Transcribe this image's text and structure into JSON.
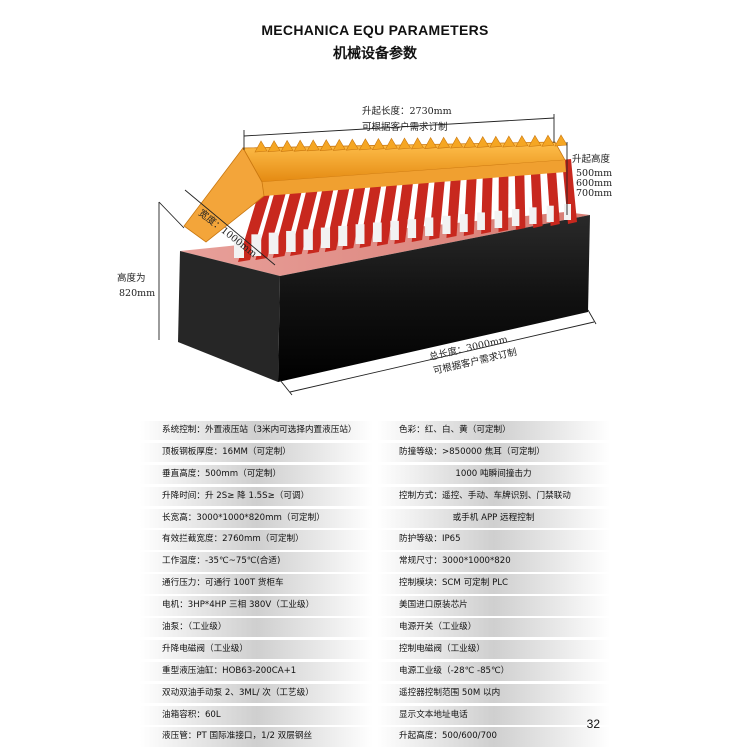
{
  "title_en": "MECHANICA EQU PARAMETERS",
  "title_cn": "机械设备参数",
  "dimensions": {
    "lift_length": "升起长度：2730mm",
    "lift_custom": "可根据客户需求订制",
    "lift_height_label": "升起高度",
    "lift_heights": [
      "500mm",
      "600mm",
      "700mm"
    ],
    "width": "宽度：1000mm",
    "height_label": "高度为",
    "height_value": "820mm",
    "total_length": "总长度：3000mm",
    "total_custom": "可根据客户需求订制"
  },
  "params": [
    {
      "left": "系统控制：外置液压站（3米内可选择内置液压站）",
      "right": "色彩：红、白、黄（可定制）",
      "right_center": false
    },
    {
      "left": "顶板钢板厚度：16MM（可定制）",
      "right": "防撞等级：>850000 焦耳（可定制）",
      "right_center": false
    },
    {
      "left": "垂直高度：500mm（可定制）",
      "right": "1000 吨瞬间撞击力",
      "right_center": true
    },
    {
      "left": "升降时间：升 2S≥ 降 1.5S≥（可调）",
      "right": "控制方式：遥控、手动、车牌识别、门禁联动",
      "right_center": false
    },
    {
      "left": "长宽高：3000*1000*820mm（可定制）",
      "right": "或手机 APP 远程控制",
      "right_center": true
    },
    {
      "left": "有效拦截宽度：2760mm（可定制）",
      "right": "防护等级：IP65",
      "right_center": false
    },
    {
      "left": "工作温度：-35℃~75℃(合适)",
      "right": "常规尺寸：3000*1000*820",
      "right_center": false
    },
    {
      "left": "通行压力：可通行 100T 货柜车",
      "right": "控制模块：SCM 可定制 PLC",
      "right_center": false
    },
    {
      "left": "电机：3HP*4HP 三相 380V（工业级）",
      "right": "美国进口原装芯片",
      "right_center": false
    },
    {
      "left": "油泵：（工业级）",
      "right": "电源开关（工业级）",
      "right_center": false
    },
    {
      "left": "升降电磁阀（工业级）",
      "right": "控制电磁阀（工业级）",
      "right_center": false
    },
    {
      "left": "重型液压油缸：HOB63-200CA+1",
      "right": "电源工业级（-28℃ -85℃）",
      "right_center": false
    },
    {
      "left": "双动双油手动泵 2、3ML/ 次（工艺级）",
      "right": "遥控器控制范围 50M 以内",
      "right_center": false
    },
    {
      "left": "油箱容积：60L",
      "right": "显示文本地址电话",
      "right_center": false
    },
    {
      "left": "液压管：PT 国际准接口，1/2 双层钢丝",
      "right": "升起高度：500/600/700",
      "right_center": false
    }
  ],
  "page_number": "32",
  "colors": {
    "orange": "#f5a623",
    "red": "#c8281e",
    "body_dark": "#161616"
  }
}
